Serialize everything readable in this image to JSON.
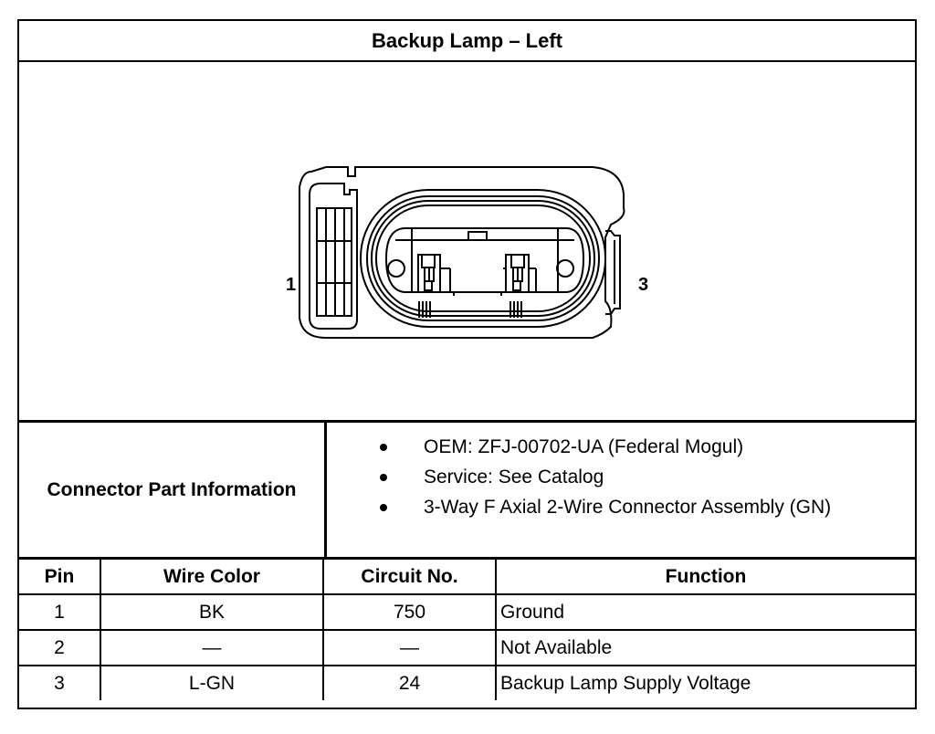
{
  "title": "Backup Lamp – Left",
  "connector": {
    "pin_labels": [
      "1",
      "3"
    ]
  },
  "part_info": {
    "label": "Connector Part Information",
    "items": [
      "OEM: ZFJ-00702-UA (Federal Mogul)",
      "Service: See Catalog",
      "3-Way F Axial 2-Wire Connector Assembly (GN)"
    ]
  },
  "pin_table": {
    "headers": [
      "Pin",
      "Wire Color",
      "Circuit No.",
      "Function"
    ],
    "rows": [
      {
        "pin": "1",
        "wire_color": "BK",
        "circuit": "750",
        "function": "Ground"
      },
      {
        "pin": "2",
        "wire_color": "—",
        "circuit": "—",
        "function": "Not Available"
      },
      {
        "pin": "3",
        "wire_color": "L-GN",
        "circuit": "24",
        "function": "Backup Lamp Supply Voltage"
      }
    ]
  }
}
